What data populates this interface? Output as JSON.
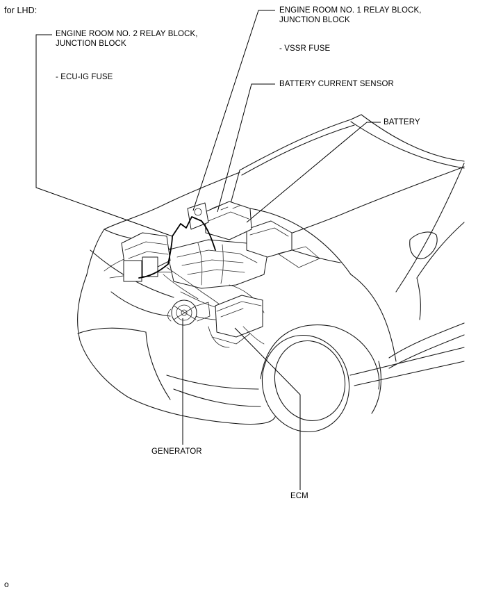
{
  "header": {
    "variant": "for LHD:"
  },
  "labels": {
    "er2_block": [
      "ENGINE ROOM NO. 2 RELAY BLOCK,",
      "JUNCTION BLOCK"
    ],
    "er2_fuse": "- ECU-IG FUSE",
    "er1_block": [
      "ENGINE ROOM NO. 1 RELAY BLOCK,",
      "JUNCTION BLOCK"
    ],
    "er1_fuse": "- VSSR FUSE",
    "battery_current_sensor": "BATTERY CURRENT SENSOR",
    "battery": "BATTERY",
    "generator": "GENERATOR",
    "ecm": "ECM"
  },
  "footer": {
    "code": "o"
  }
}
